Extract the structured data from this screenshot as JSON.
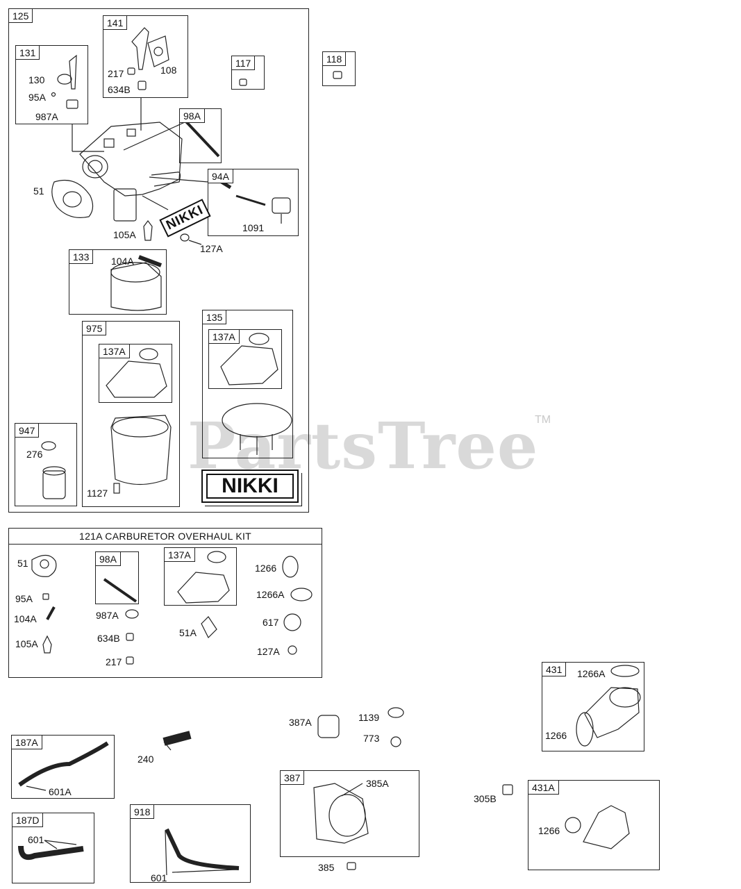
{
  "watermark": {
    "text": "PartsTree",
    "tm": "TM"
  },
  "main_group": {
    "ref": "125",
    "brand_label": "NIKKI",
    "brand_plate": "NIKKI",
    "groups": {
      "g131": {
        "ref": "131",
        "parts": [
          "130",
          "95A",
          "987A"
        ]
      },
      "g141": {
        "ref": "141",
        "parts": [
          "217",
          "108",
          "634B"
        ]
      },
      "g117": {
        "ref": "117"
      },
      "g98A": {
        "ref": "98A"
      },
      "g94A": {
        "ref": "94A",
        "parts": [
          "1091"
        ]
      },
      "g133": {
        "ref": "133",
        "parts": [
          "104A"
        ]
      },
      "g975": {
        "ref": "975",
        "parts": [
          "1127"
        ]
      },
      "g137A_975": {
        "ref": "137A"
      },
      "g135": {
        "ref": "135"
      },
      "g137A_135": {
        "ref": "137A"
      },
      "g947": {
        "ref": "947",
        "parts": [
          "276"
        ]
      }
    },
    "loose_parts": [
      "51",
      "105A",
      "127A"
    ]
  },
  "g118": {
    "ref": "118"
  },
  "kit": {
    "title": "121A CARBURETOR OVERHAUL KIT",
    "left_parts": [
      "51",
      "95A",
      "104A",
      "105A"
    ],
    "g98A": {
      "ref": "98A"
    },
    "mid_parts": [
      "987A",
      "634B",
      "217"
    ],
    "g137A": {
      "ref": "137A"
    },
    "part_51A": "51A",
    "right_parts": [
      "1266",
      "1266A",
      "617",
      "127A"
    ]
  },
  "fuel": {
    "g187A": {
      "ref": "187A",
      "parts": [
        "601A"
      ]
    },
    "part_240": "240",
    "g187D": {
      "ref": "187D",
      "parts": [
        "601"
      ]
    },
    "g918": {
      "ref": "918",
      "parts": [
        "601"
      ]
    },
    "pump_parts": [
      "387A",
      "1139",
      "773"
    ],
    "g387": {
      "ref": "387",
      "parts": [
        "385A"
      ]
    },
    "part_385": "385",
    "g431": {
      "ref": "431",
      "parts": [
        "1266A",
        "1266"
      ]
    },
    "part_305B": "305B",
    "g431A": {
      "ref": "431A",
      "parts": [
        "1266"
      ]
    }
  }
}
